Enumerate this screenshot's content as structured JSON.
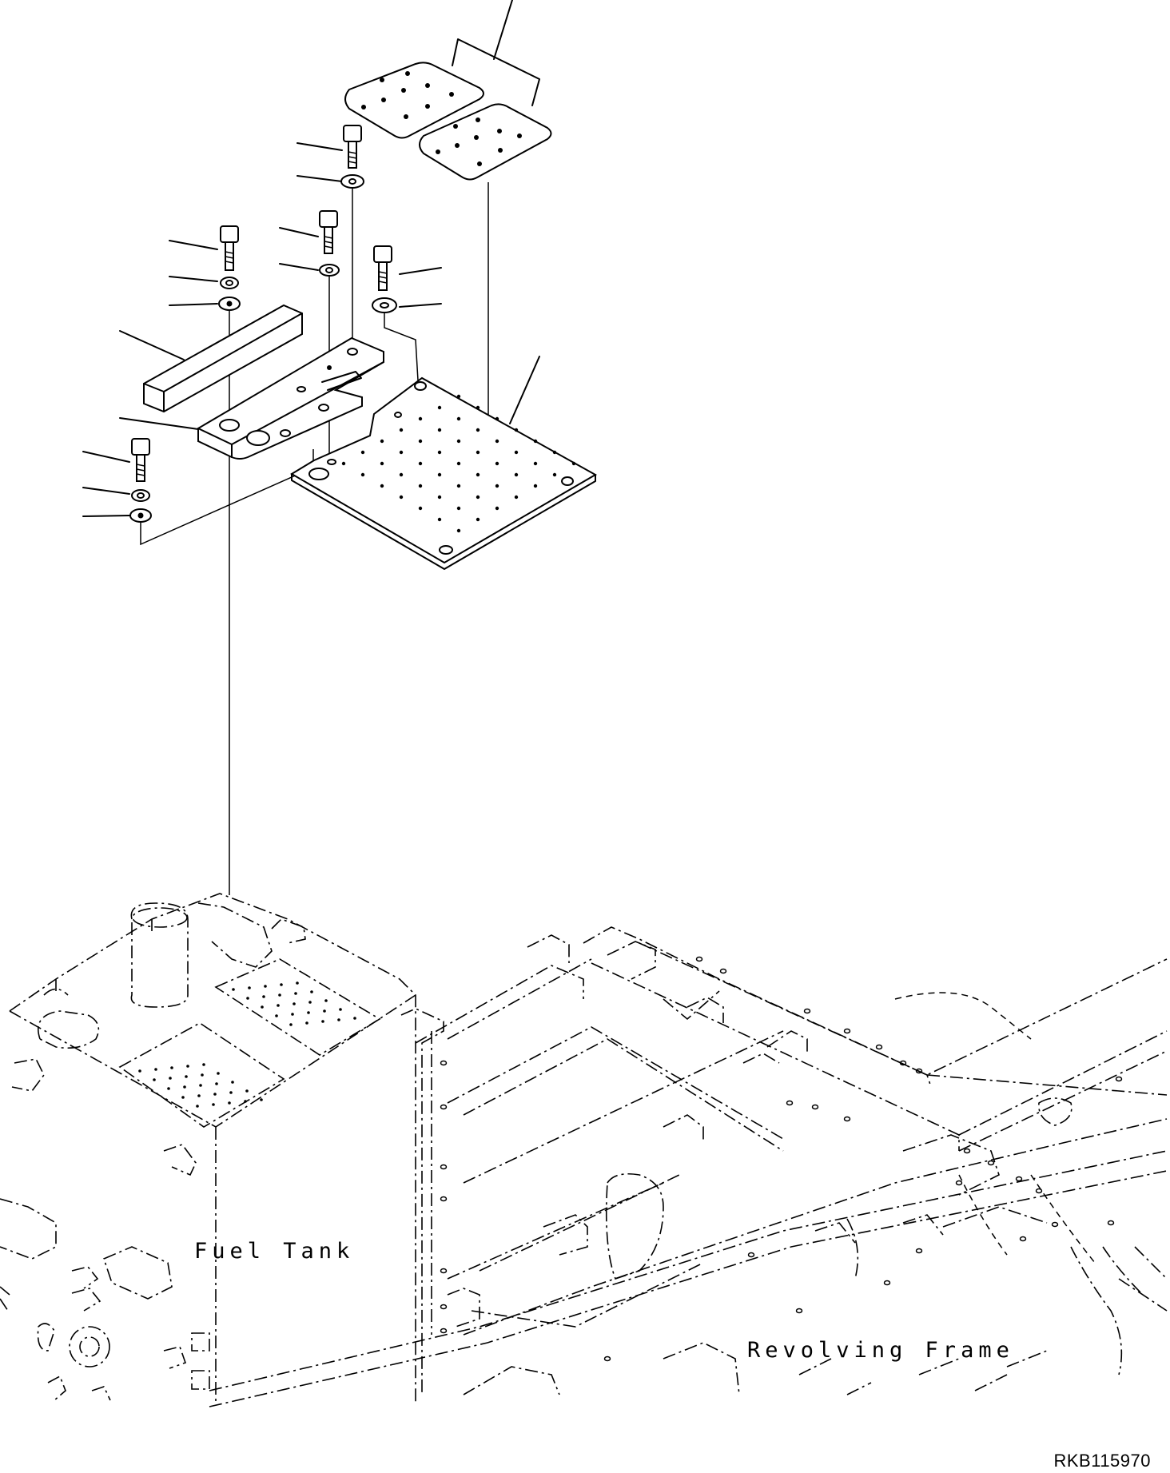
{
  "labels": {
    "fuel_tank": "Fuel Tank",
    "revolving_frame": "Revolving Frame",
    "drawing_code": "RKB115970"
  },
  "colors": {
    "ink": "#000000",
    "paper": "#ffffff"
  }
}
